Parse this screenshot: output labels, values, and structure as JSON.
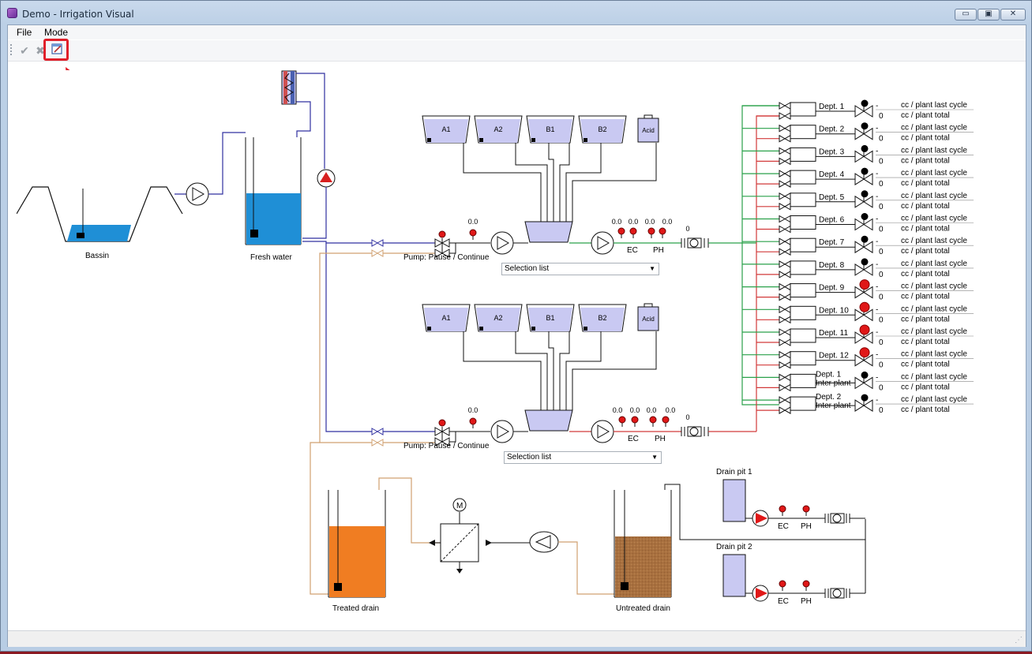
{
  "window": {
    "title": "Demo - Irrigation Visual",
    "controls": {
      "minimize": "▭",
      "maximize": "▣",
      "close": "✕"
    }
  },
  "menu": {
    "items": [
      "File",
      "Mode"
    ]
  },
  "toolbar": {
    "buttons": [
      "check-icon",
      "cancel-icon",
      "edit-icon"
    ],
    "highlighted": "edit-icon"
  },
  "source": {
    "bassin": "Bassin",
    "fresh_water": "Fresh water"
  },
  "mixers": [
    {
      "tanks": [
        "A1",
        "A2",
        "B1",
        "B2"
      ],
      "acid": "Acid",
      "pump_label": "Pump: Pause / Continue",
      "valve_value": "0.0",
      "sensor_values": [
        "0.0",
        "0.0",
        "0.0",
        "0.0"
      ],
      "ec": "EC",
      "ph": "PH",
      "flow": "0",
      "selection": "Selection list"
    },
    {
      "tanks": [
        "A1",
        "A2",
        "B1",
        "B2"
      ],
      "acid": "Acid",
      "pump_label": "Pump: Pause / Continue",
      "valve_value": "0.0",
      "sensor_values": [
        "0.0",
        "0.0",
        "0.0",
        "0.0"
      ],
      "ec": "EC",
      "ph": "PH",
      "flow": "0",
      "selection": "Selection list"
    }
  ],
  "departments": [
    {
      "name": "Dept. 1",
      "v1": "-",
      "v2": "0",
      "cycle": "cc / plant last cycle",
      "total": "cc / plant total",
      "active": false
    },
    {
      "name": "Dept. 2",
      "v1": "-",
      "v2": "0",
      "cycle": "cc / plant last cycle",
      "total": "cc / plant total",
      "active": false
    },
    {
      "name": "Dept. 3",
      "v1": "-",
      "v2": "0",
      "cycle": "cc / plant last cycle",
      "total": "cc / plant total",
      "active": false
    },
    {
      "name": "Dept. 4",
      "v1": "-",
      "v2": "0",
      "cycle": "cc / plant last cycle",
      "total": "cc / plant total",
      "active": false
    },
    {
      "name": "Dept. 5",
      "v1": "-",
      "v2": "0",
      "cycle": "cc / plant last cycle",
      "total": "cc / plant total",
      "active": false
    },
    {
      "name": "Dept. 6",
      "v1": "-",
      "v2": "0",
      "cycle": "cc / plant last cycle",
      "total": "cc / plant total",
      "active": false
    },
    {
      "name": "Dept. 7",
      "v1": "-",
      "v2": "0",
      "cycle": "cc / plant last cycle",
      "total": "cc / plant total",
      "active": false
    },
    {
      "name": "Dept. 8",
      "v1": "-",
      "v2": "0",
      "cycle": "cc / plant last cycle",
      "total": "cc / plant total",
      "active": false
    },
    {
      "name": "Dept. 9",
      "v1": "-",
      "v2": "0",
      "cycle": "cc / plant last cycle",
      "total": "cc / plant total",
      "active": true
    },
    {
      "name": "Dept. 10",
      "v1": "-",
      "v2": "0",
      "cycle": "cc / plant last cycle",
      "total": "cc / plant total",
      "active": true
    },
    {
      "name": "Dept. 11",
      "v1": "-",
      "v2": "0",
      "cycle": "cc / plant last cycle",
      "total": "cc / plant total",
      "active": true
    },
    {
      "name": "Dept. 12",
      "v1": "-",
      "v2": "0",
      "cycle": "cc / plant last cycle",
      "total": "cc / plant total",
      "active": true
    },
    {
      "name": "Dept. 1",
      "sub": "Inter plant",
      "v1": "-",
      "v2": "0",
      "cycle": "cc / plant last cycle",
      "total": "cc / plant total",
      "active": false
    },
    {
      "name": "Dept. 2",
      "sub": "Inter plant",
      "v1": "-",
      "v2": "0",
      "cycle": "cc / plant last cycle",
      "total": "cc / plant total",
      "active": false
    }
  ],
  "drain": {
    "treated": "Treated drain",
    "untreated": "Untreated drain",
    "motor": "M",
    "pits": [
      {
        "name": "Drain pit 1",
        "ec": "EC",
        "ph": "PH"
      },
      {
        "name": "Drain pit 2",
        "ec": "EC",
        "ph": "PH"
      }
    ]
  },
  "colors": {
    "accent_highlight": "#e0202a",
    "water": "#1f8fd6",
    "treated": "#f07d22",
    "untreated": "#a0663a",
    "green_line": "#2aa14a",
    "red_line": "#d23a3a",
    "blue_line": "#3030a0",
    "tan_line": "#d0a070",
    "tank_fill": "#c9c9f2"
  }
}
